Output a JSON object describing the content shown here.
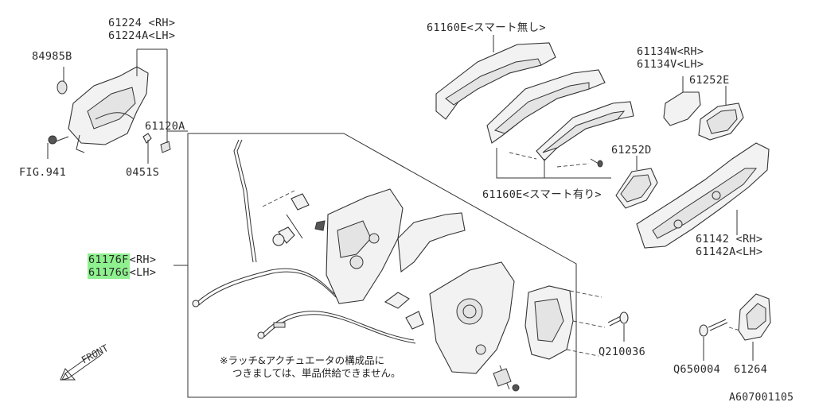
{
  "labels": {
    "p61224": "61224 <RH>",
    "p61224a": "61224A<LH>",
    "p84985b": "84985B",
    "p61120a": "61120A",
    "pfig941": "FIG.941",
    "p0451s": "0451S",
    "p61160e_no": "61160E<スマート無し>",
    "p61160e_yes": "61160E<スマート有り>",
    "p61134w": "61134W<RH>",
    "p61134v": "61134V<LH>",
    "p61252e": "61252E",
    "p61252d": "61252D",
    "p61142": "61142 <RH>",
    "p61142a": "61142A<LH>",
    "p61176f": "61176F",
    "p61176f_side": "<RH>",
    "p61176g": "61176G",
    "p61176g_side": "<LH>",
    "pq210036": "Q210036",
    "pq650004": "Q650004",
    "p61264": "61264",
    "front": "FRONT",
    "note_line1": "※ラッチ&アクチュエータの構成品に",
    "note_line2": "つきましては、単品供給できません。",
    "diagram_id": "A607001105"
  },
  "highlight_color": "#8ef08e"
}
